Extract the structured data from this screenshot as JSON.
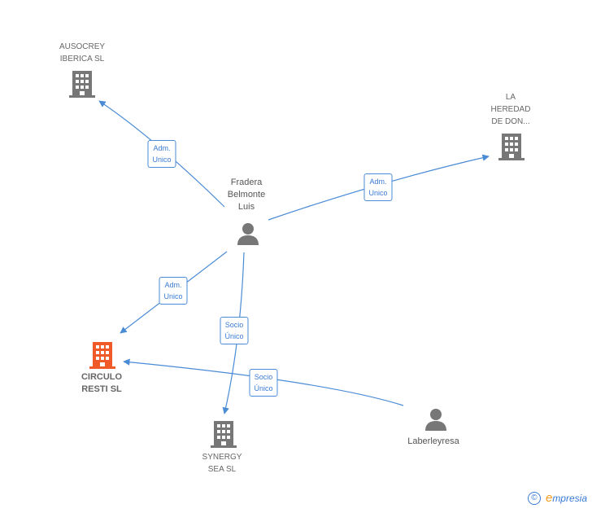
{
  "nodes": {
    "ausocrey": {
      "label": "AUSOCREY\nIBERICA SL",
      "type": "company",
      "icon": "building-icon"
    },
    "heredad": {
      "label": "LA\nHEREDAD\nDE DON...",
      "type": "company",
      "icon": "building-icon"
    },
    "fradera": {
      "label": "Fradera\nBelmonte\nLuis",
      "type": "person",
      "icon": "person-icon"
    },
    "circulo": {
      "label": "CIRCULO\nRESTI SL",
      "type": "company",
      "focus": true,
      "icon": "building-icon"
    },
    "synergy": {
      "label": "SYNERGY\nSEA SL",
      "type": "company",
      "icon": "building-icon"
    },
    "laberleyresa": {
      "label": "Laberleyresa",
      "type": "person",
      "icon": "person-icon"
    }
  },
  "edges": [
    {
      "from": "fradera",
      "to": "ausocrey",
      "label": "Adm.\nUnico"
    },
    {
      "from": "fradera",
      "to": "heredad",
      "label": "Adm.\nUnico"
    },
    {
      "from": "fradera",
      "to": "circulo",
      "label": "Adm.\nUnico"
    },
    {
      "from": "fradera",
      "to": "synergy",
      "label": "Socio\nÚnico"
    },
    {
      "from": "laberleyresa",
      "to": "circulo",
      "label": "Socio\nÚnico"
    }
  ],
  "colors": {
    "edge": "#4a8bd6",
    "company_icon": "#777777",
    "focus_icon": "#f05a28",
    "person_icon": "#777777"
  },
  "watermark": {
    "copyright": "©",
    "brand_first": "e",
    "brand_rest": "mpresia"
  }
}
